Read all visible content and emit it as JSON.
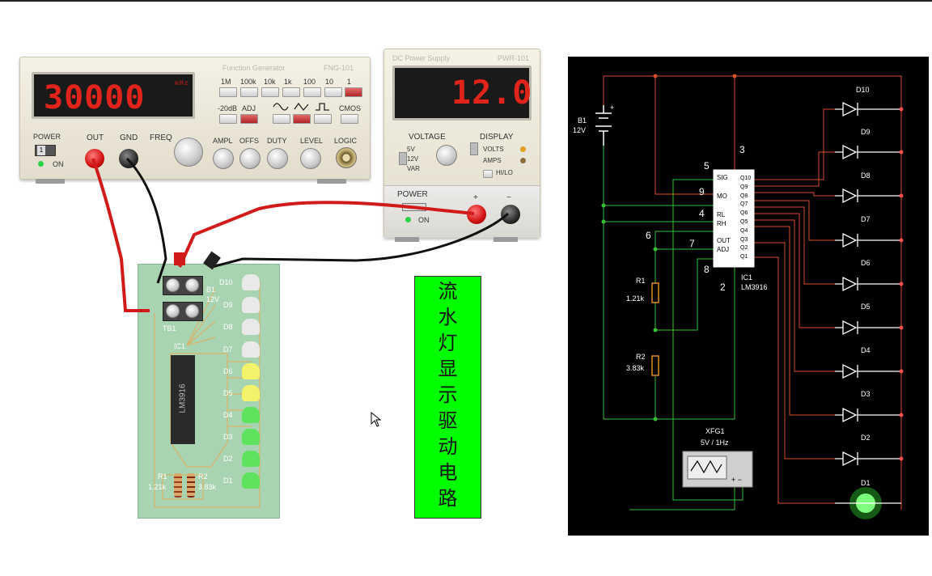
{
  "function_generator": {
    "title": "Function Generator",
    "model": "FNG-101",
    "display": "30000",
    "unit": "mHz",
    "range_keys": [
      "1M",
      "100k",
      "10k",
      "1k",
      "100",
      "10",
      "1"
    ],
    "keys_row2": [
      "-20dB",
      "ADJ"
    ],
    "wave_cmos": "CMOS",
    "labels": {
      "power": "POWER",
      "on": "ON",
      "out": "OUT",
      "gnd": "GND",
      "freq": "FREQ",
      "ampl": "AMPL",
      "offs": "OFFS",
      "duty": "DUTY",
      "level": "LEVEL",
      "logic": "LOGIC"
    },
    "power_switch": "1"
  },
  "power_supply": {
    "title": "DC Power Supply",
    "model": "PWR-101",
    "display": "12.0",
    "labels": {
      "voltage": "VOLTAGE",
      "display": "DISPLAY",
      "v5": "5V",
      "v12": "12V",
      "var": "VAR",
      "volts": "VOLTS",
      "amps": "AMPS",
      "hilo": "HI/LO",
      "power": "POWER",
      "on": "ON",
      "plus": "+",
      "minus": "−"
    }
  },
  "pcb": {
    "led_labels": [
      "D10",
      "D9",
      "D8",
      "D7",
      "D6",
      "D5",
      "D4",
      "D3",
      "D2",
      "D1"
    ],
    "terminal_label": "TB1",
    "battery_label": "B1",
    "battery_voltage": "12V",
    "ic_label": "IC1",
    "chip_text": "LM3916",
    "r1": "R1",
    "r1_val": "1.21k",
    "r2": "R2",
    "r2_val": "3.83k"
  },
  "caption": {
    "chars": [
      "流",
      "水",
      "灯",
      "显",
      "示",
      "驱",
      "动",
      "电",
      "路"
    ]
  },
  "schematic": {
    "battery": "B1",
    "battery_voltage": "12V",
    "battery_plus": "+",
    "ic_name": "IC1",
    "ic_part": "LM3916",
    "pin_numbers": {
      "sig": "5",
      "mo": "9",
      "rl": "4",
      "rh": "6",
      "out": "7",
      "adj": "8",
      "top": "3",
      "bottom": "2"
    },
    "pins_left": [
      "SIG",
      "MO",
      "RL",
      "RH",
      "OUT",
      "ADJ"
    ],
    "pins_right": [
      "Q10",
      "Q9",
      "Q8",
      "Q7",
      "Q6",
      "Q5",
      "Q4",
      "Q3",
      "Q2",
      "Q1"
    ],
    "r1": "R1",
    "r1_val": "1.21k",
    "r2": "R2",
    "r2_val": "3.83k",
    "xfg_name": "XFG1",
    "xfg_settings": "5V / 1Hz",
    "xfg_terminals": "+ −",
    "diodes": [
      "D10",
      "D9",
      "D8",
      "D7",
      "D6",
      "D5",
      "D4",
      "D3",
      "D2",
      "D1"
    ]
  },
  "colors": {
    "red_wire": "#d11a1a",
    "green_wire": "#2fbf2f",
    "pcb_green": "#a9d4b2",
    "lcd_red": "#e0241c",
    "caption_bg": "#00ff00"
  }
}
